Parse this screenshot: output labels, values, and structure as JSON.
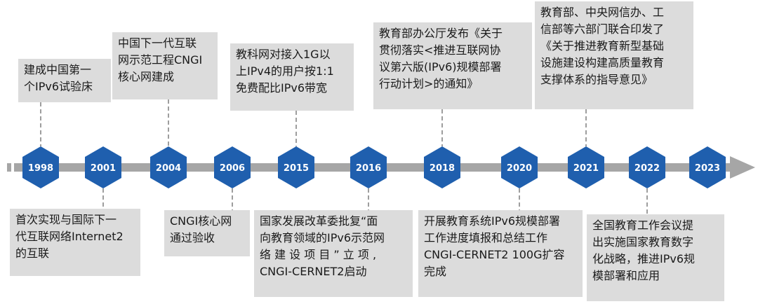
{
  "colors": {
    "hexagon": "#1f5fae",
    "axis": "#a6a6a6",
    "box": "#dcdcdc",
    "connector": "#7f7f7f",
    "year_text": "#ffffff"
  },
  "years": [
    "1998",
    "2001",
    "2004",
    "2006",
    "2015",
    "2016",
    "2018",
    "2020",
    "2021",
    "2022",
    "2023"
  ],
  "events_above": [
    {
      "year": "1998",
      "lines": [
        "建成中国第一",
        "个IPv6试验床"
      ]
    },
    {
      "year": "2004",
      "lines": [
        "中国下一代互联",
        "网示范工程CNGI",
        "核心网建成"
      ]
    },
    {
      "year": "2015",
      "lines": [
        "教科网对接入1G以",
        "上IPv4的用户按1:1",
        "免费配比IPv6带宽"
      ]
    },
    {
      "year": "2018",
      "lines": [
        "教育部办公厅发布《关于",
        "贯彻落实<推进互联网协",
        "议第六版(IPv6)规模部署",
        "行动计划>的通知》"
      ]
    },
    {
      "year": "2021",
      "lines": [
        "教育部、中央网信办、工",
        "信部等六部门联合印发了",
        "《关于推进教育新型基础",
        "设施建设构建高质量教育",
        "支撑体系的指导意见》"
      ]
    }
  ],
  "events_below": [
    {
      "year": "2001",
      "lines": [
        "首次实现与国际下一",
        "代互联网络Internet2",
        "的互联"
      ]
    },
    {
      "year": "2006",
      "lines": [
        "CNGI核心网",
        "通过验收"
      ]
    },
    {
      "year": "2016",
      "lines": [
        "国家发展改革委批复“面",
        "向教育领域的IPv6示范网",
        "络 建 设 项 目 ” 立 项 ,",
        "CNGI-CERNET2启动"
      ]
    },
    {
      "year": "2020",
      "lines": [
        "开展教育系统IPv6规模部署",
        "工作进度填报和总结工作",
        "CNGI-CERNET2 100G扩容",
        "完成"
      ]
    },
    {
      "year": "2022",
      "lines": [
        "全国教育工作会议提",
        "出实施国家教育数字",
        "化战略，推进IPv6规",
        "模部署和应用"
      ]
    }
  ]
}
